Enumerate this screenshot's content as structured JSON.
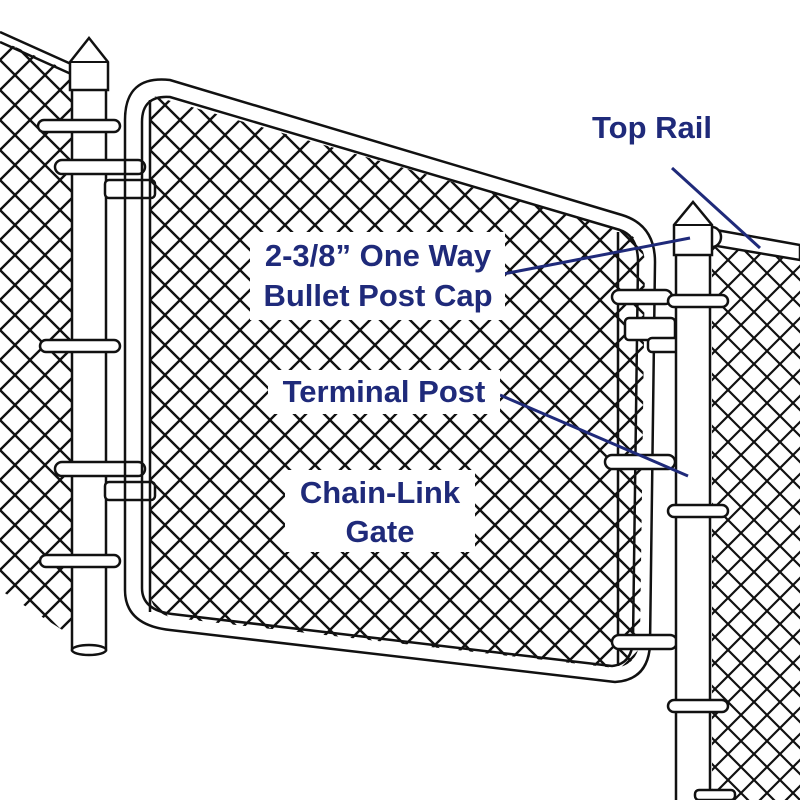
{
  "colors": {
    "label": "#1f2a7a",
    "line_art": "#111111",
    "background": "#ffffff"
  },
  "labels": {
    "top_rail": "Top Rail",
    "post_cap_line1": "2-3/8” One Way",
    "post_cap_line2": "Bullet Post Cap",
    "terminal_post": "Terminal Post",
    "gate_line1": "Chain-Link",
    "gate_line2": "Gate"
  }
}
